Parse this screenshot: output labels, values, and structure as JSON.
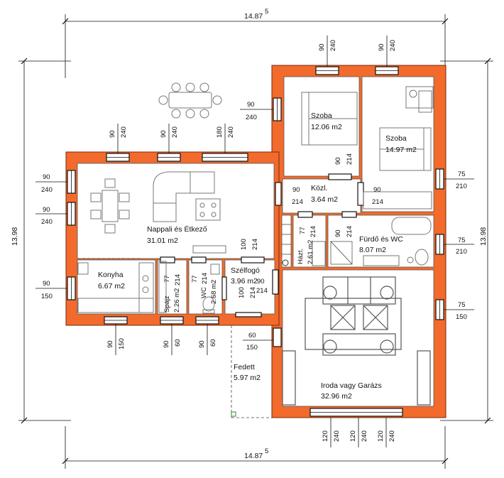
{
  "dimensions": {
    "overall_width": "14.87",
    "overall_width_sup": "5",
    "overall_height": "13.98"
  },
  "rooms": [
    {
      "id": "szoba1",
      "name": "Szoba",
      "area": "12.06 m2"
    },
    {
      "id": "szoba2",
      "name": "Szoba",
      "area": "14.97 m2"
    },
    {
      "id": "kozl",
      "name": "Közl.",
      "area": "3.64 m2"
    },
    {
      "id": "nappali",
      "name": "Nappali és Étkező",
      "area": "31.01 m2"
    },
    {
      "id": "furdo",
      "name": "Fürdő és WC",
      "area": "8.07 m2"
    },
    {
      "id": "hazt",
      "name": "Házt.",
      "area": "2.61 m2"
    },
    {
      "id": "konyha",
      "name": "Konyha",
      "area": "6.67 m2"
    },
    {
      "id": "spajz",
      "name": "Spájz",
      "area": "2.26 m2"
    },
    {
      "id": "wc",
      "name": "WC",
      "area": "2.68 m2"
    },
    {
      "id": "szelfogo",
      "name": "Szélfogó",
      "area": "3.96 m2"
    },
    {
      "id": "fedett",
      "name": "Fedett",
      "area": "5.97 m2"
    },
    {
      "id": "iroda",
      "name": "Iroda vagy Garázs",
      "area": "32.96 m2"
    }
  ],
  "openings": {
    "top_szoba1": [
      "90",
      "240"
    ],
    "top_szoba2": [
      "90",
      "240"
    ],
    "top_nappali_a": [
      "90",
      "240"
    ],
    "top_nappali_b": [
      "90",
      "240"
    ],
    "top_nappali_c": [
      "180",
      "240"
    ],
    "left_szoba_side": [
      "90",
      "240"
    ],
    "left_a": [
      "90",
      "240"
    ],
    "left_b": [
      "90",
      "240"
    ],
    "left_konyha": [
      "90",
      "150"
    ],
    "right_szoba2": [
      "75",
      "210"
    ],
    "right_furdo": [
      "75",
      "210"
    ],
    "right_iroda": [
      "75",
      "150"
    ],
    "bottom_konyha": [
      "90",
      "150"
    ],
    "bottom_spajz": [
      "90",
      "60"
    ],
    "bottom_wc": [
      "90",
      "60"
    ],
    "bottom_iroda_a": [
      "120",
      "240"
    ],
    "bottom_iroda_b": [
      "120",
      "240"
    ],
    "bottom_iroda_c": [
      "120",
      "240"
    ],
    "fedett_side": [
      "60",
      "150"
    ],
    "door_szoba1": [
      "90",
      "214"
    ],
    "door_kozl_l": [
      "90",
      "214"
    ],
    "door_kozl_r": [
      "90",
      "214"
    ],
    "door_hazt": [
      "77",
      "214"
    ],
    "door_furdo": [
      "90",
      "214"
    ],
    "door_nappali": [
      "100",
      "214"
    ],
    "door_szelfogo_l": [
      "100",
      "214"
    ],
    "door_szelfogo_r": [
      "90",
      "214"
    ],
    "door_spajz": [
      "77",
      "214"
    ],
    "door_wc": [
      "77",
      "214"
    ]
  }
}
